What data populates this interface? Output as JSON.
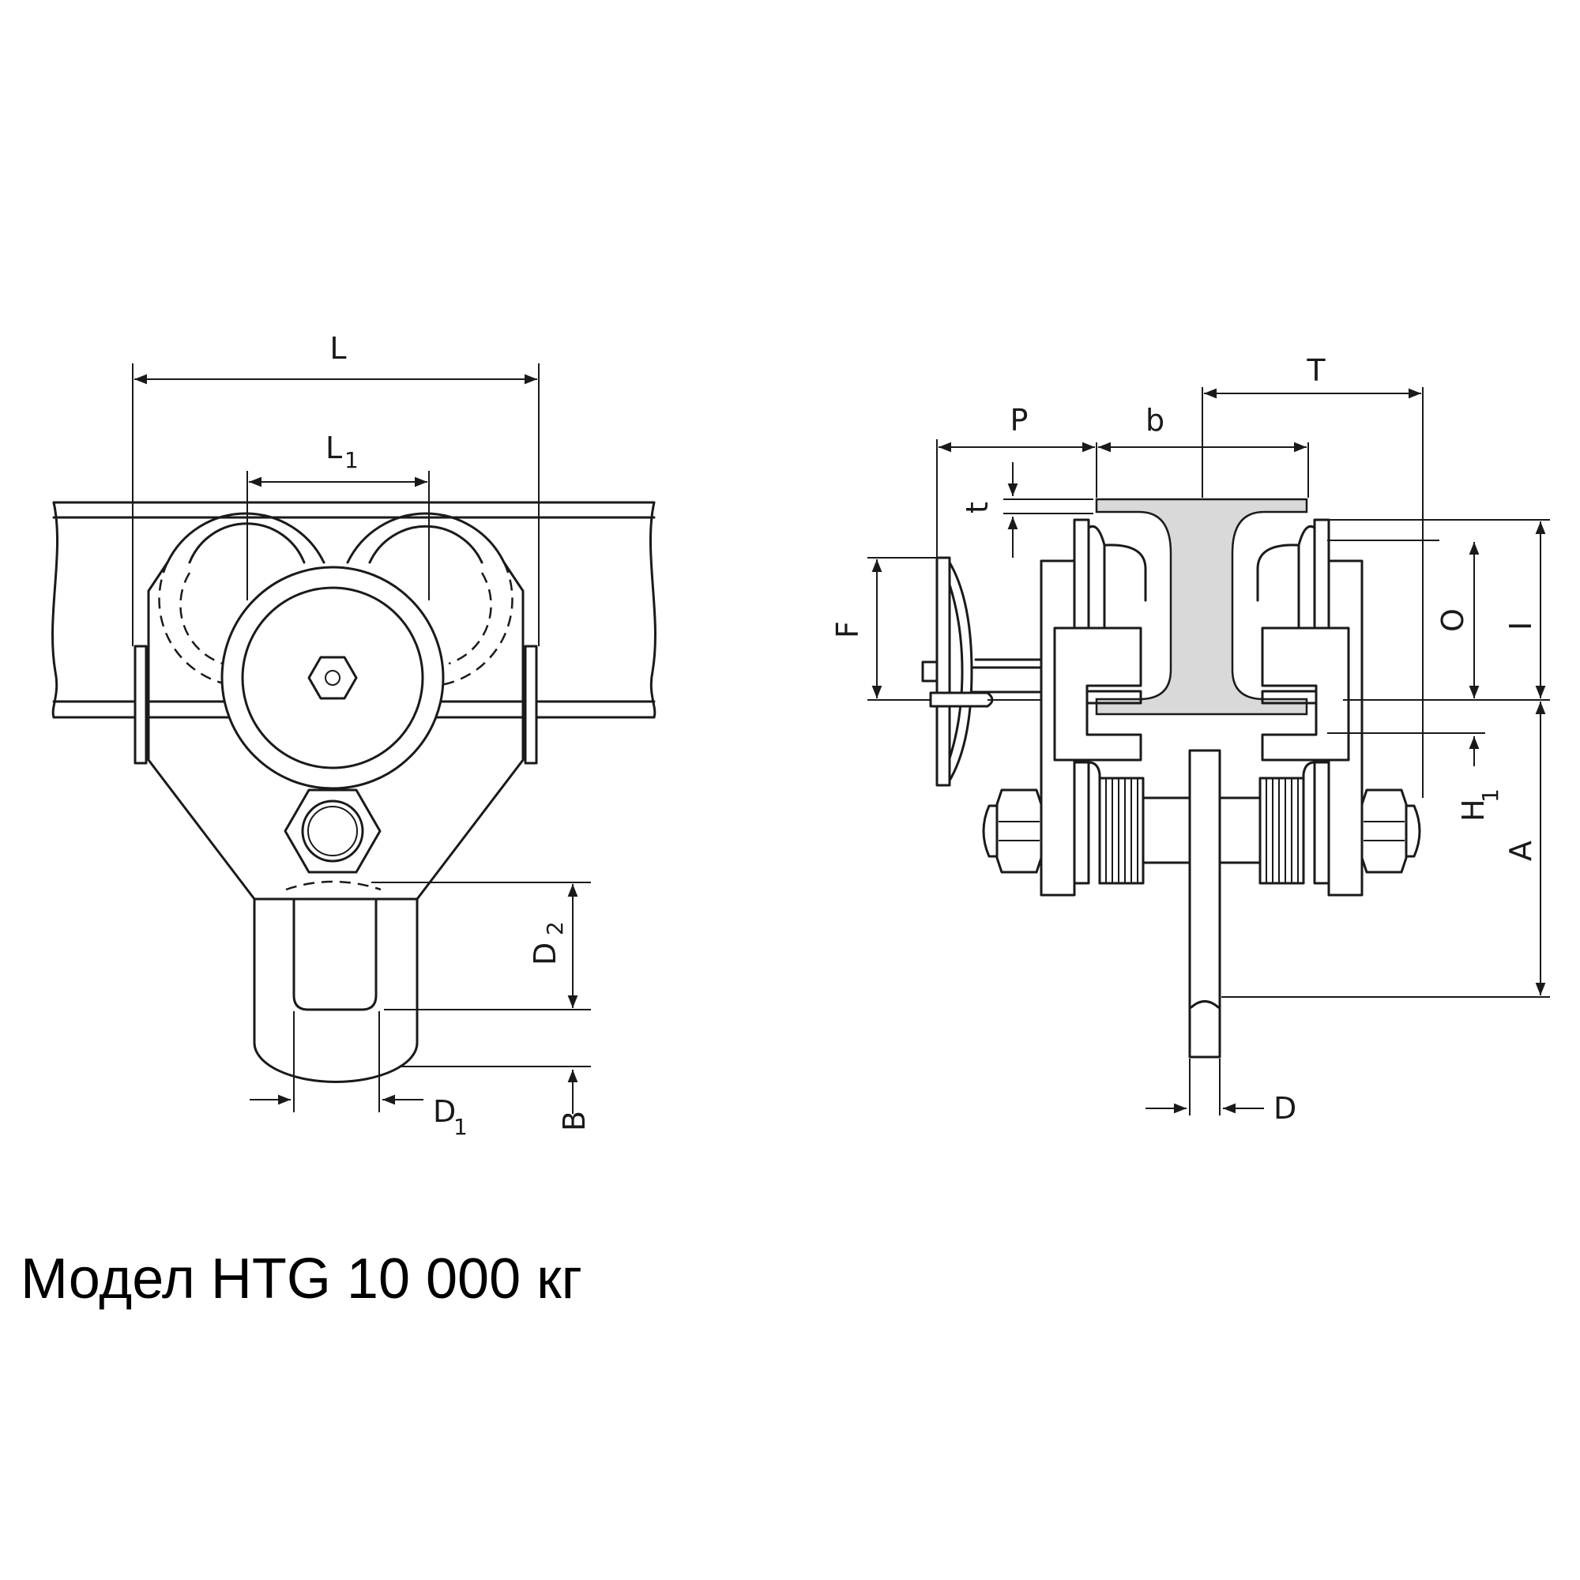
{
  "caption": "Модел HTG 10 000 кг",
  "dimensions": {
    "L": "L",
    "L1": "L",
    "L1_sub": "1",
    "D1": "D",
    "D1_sub": "1",
    "D2": "D",
    "D2_sub": "2",
    "B": "B",
    "P": "P",
    "b": "b",
    "T": "T",
    "t": "t",
    "F": "F",
    "O": "O",
    "I": "I",
    "H1": "H",
    "H1_sub": "1",
    "A": "A",
    "D": "D"
  },
  "colors": {
    "line": "#1a1a1a",
    "beam_fill": "#d9d9d9",
    "background": "#ffffff"
  }
}
